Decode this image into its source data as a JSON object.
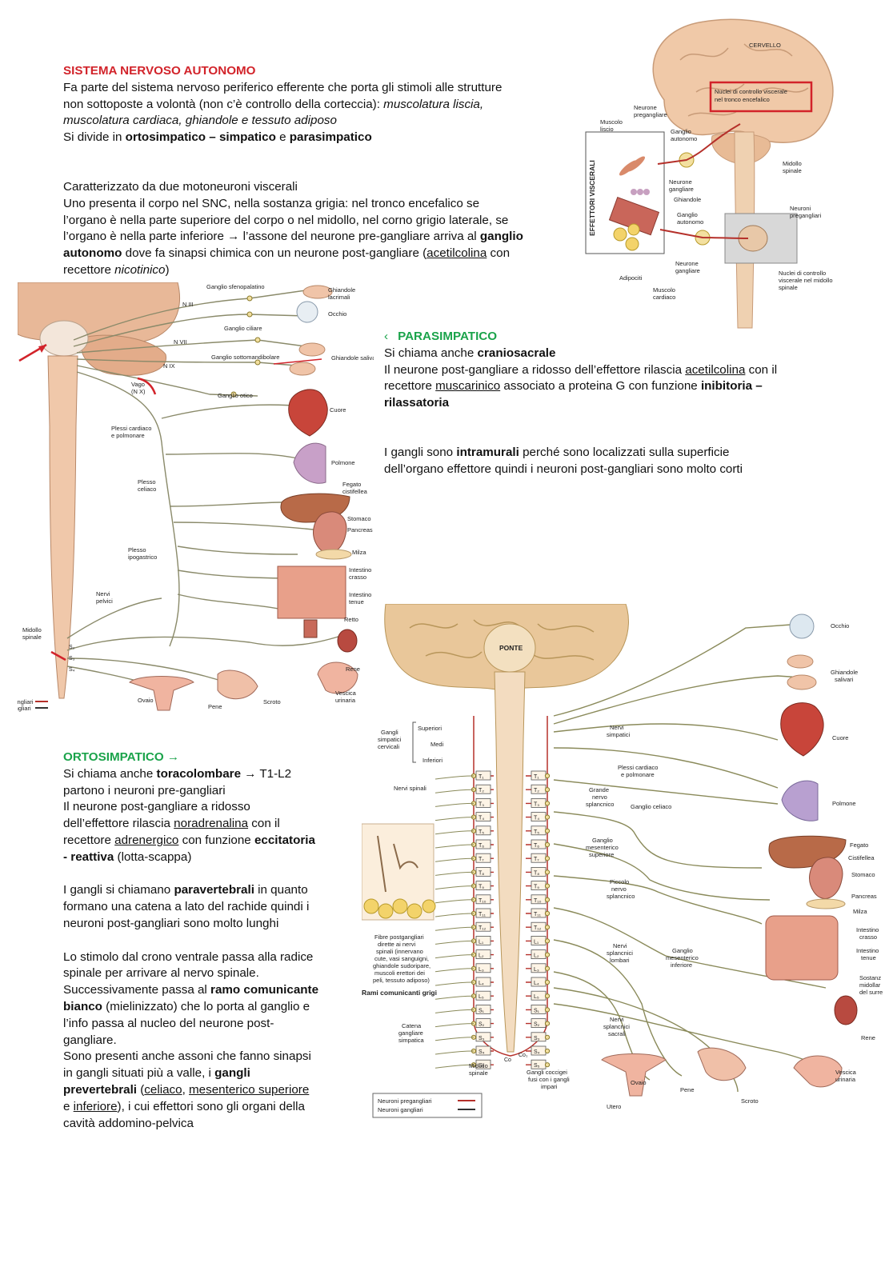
{
  "intro": {
    "title": "SISTEMA NERVOSO AUTONOMO",
    "line1": "Fa parte del sistema nervoso periferico efferente che porta gli stimoli alle strutture",
    "line2a": "non sottoposte a volontà (non c’è controllo della corteccia): ",
    "line2b": "muscolatura liscia,",
    "line3": "muscolatura cardiaca, ghiandole e tessuto adiposo",
    "line4a": "Si divide in ",
    "line4b": "ortosimpatico – simpatico",
    "line4c": " e ",
    "line4d": "parasimpatico"
  },
  "neurons": {
    "p1": "Caratterizzato da due motoneuroni viscerali",
    "p2": "Uno presenta il corpo nel SNC, nella sostanza grigia: nel tronco encefalico se",
    "p3": "l’organo è nella parte superiore del corpo o nel midollo, nel corno grigio laterale, se",
    "p4a": "l’organo è nella parte inferiore → l’assone del neurone pre-gangliare arriva al ",
    "p4b": "ganglio",
    "p5a": "autonomo",
    "p5b": " dove fa sinapsi chimica con un neurone post-gangliare (",
    "p5c": "acetilcolina",
    "p5d": " con",
    "p6a": "recettore ",
    "p6b": "nicotinico",
    "p6c": ")"
  },
  "parasimpatico": {
    "bullet": "‹",
    "title": "PARASIMPATICO",
    "l1a": "Si chiama anche ",
    "l1b": "craniosacrale",
    "l2a": "Il neurone post-gangliare a ridosso dell’effettore rilascia ",
    "l2b": "acetilcolina",
    "l2c": " con il",
    "l3a": "recettore ",
    "l3b": "muscarinico",
    "l3c": " associato a proteina G con funzione ",
    "l3d": "inibitoria –",
    "l4": "rilassatoria",
    "l5a": "I gangli sono ",
    "l5b": "intramurali",
    "l5c": " perché sono localizzati sulla superficie",
    "l6": "dell’organo effettore quindi i neuroni post-gangliari sono molto corti"
  },
  "ortosimpatico": {
    "title": "ORTOSIMPATICO →",
    "l1a": "Si chiama anche ",
    "l1b": "toracolombare",
    "l1c": " → T1-L2",
    "l2": "partono i neuroni pre-gangliari",
    "l3": "Il neurone post-gangliare a ridosso",
    "l4a": "dell’effettore rilascia ",
    "l4b": "noradrenalina",
    "l4c": " con il",
    "l5a": "recettore ",
    "l5b": "adrenergico",
    "l5c": " con funzione ",
    "l5d": "eccitatoria",
    "l6a": "- reattiva",
    "l6b": " (lotta-scappa)",
    "l7a": "I gangli si chiamano ",
    "l7b": "paravertebrali",
    "l7c": " in quanto",
    "l8": "formano una catena a lato del rachide quindi i",
    "l9": "neuroni post-gangliari sono molto lunghi",
    "l10": "Lo stimolo dal crono ventrale passa alla radice",
    "l11": "spinale per arrivare al nervo spinale.",
    "l12a": "Successivamente passa al ",
    "l12b": "ramo comunicante",
    "l13a": "bianco",
    "l13b": " (mielinizzato) che lo porta al ganglio e",
    "l14": "l’info passa al nucleo del neurone post-",
    "l15": "gangliare.",
    "l16": "Sono presenti anche assoni che fanno sinapsi",
    "l17a": "in gangli situati più a valle, i ",
    "l17b": "gangli",
    "l18a": "prevertebrali",
    "l18b": " (",
    "l18c": "celiaco",
    "l18d": ", ",
    "l18e": "mesenterico superiore",
    "l19a": "e ",
    "l19b": "inferiore",
    "l19c": "), i cui effettori sono gli organi della",
    "l20": "cavità addomino-pelvica"
  },
  "fig_brain": {
    "cervello": "CERVELLO",
    "nuclei1": "Nuclei di controllo viscerale",
    "nuclei2": "nel tronco encefalico",
    "effettori": "EFFETTORI VISCERALI",
    "neurone_pre1": "Neurone",
    "neurone_pre2": "pregangliare",
    "muscolo1": "Muscolo",
    "muscolo2": "liscio",
    "ganglio1": "Ganglio",
    "ganglio2": "autonomo",
    "neurone_g1": "Neurone",
    "neurone_g2": "gangliare",
    "ghiandole": "Ghiandole",
    "ganglio3": "Ganglio",
    "ganglio4": "autonomo",
    "neurone_g3": "Neurone",
    "neurone_g4": "gangliare",
    "adipociti": "Adipociti",
    "muscolo3": "Muscolo",
    "muscolo4": "cardiaco",
    "midollo1": "Midollo",
    "midollo2": "spinale",
    "neuroni_pre1": "Neuroni",
    "neuroni_pre2": "pregangliari",
    "nuclei_m1": "Nuclei di controllo",
    "nuclei_m2": "viscerale nel midollo",
    "nuclei_m3": "spinale"
  },
  "fig_para": {
    "g_sfeno": "Ganglio sfenopalatino",
    "n3": "N III",
    "n7": "N VII",
    "n9": "N IX",
    "g_ciliare": "Ganglio ciliare",
    "g_sotto": "Ganglio sottomandibolare",
    "g_otico": "Ganglio otico",
    "vago1": "Vago",
    "vago2": "(N X)",
    "ghiandole_l1": "Ghiandole",
    "ghiandole_l2": "lacrimali",
    "occhio": "Occhio",
    "ghiandole_s": "Ghiandole salivari",
    "cuore": "Cuore",
    "plessi1": "Plessi cardiaco",
    "plessi2": "e polmonare",
    "polmone": "Polmone",
    "plesso_c1": "Plesso",
    "plesso_c2": "celiaco",
    "fegato1": "Fegato",
    "fegato2": "cistifellea",
    "stomaco": "Stomaco",
    "pancreas": "Pancreas",
    "plesso_i1": "Plesso",
    "plesso_i2": "ipogastrico",
    "milza": "Milza",
    "int_crasso1": "Intestino",
    "int_crasso2": "crasso",
    "nervi_p1": "Nervi",
    "nervi_p2": "pelvici",
    "int_tenue1": "Intestino",
    "int_tenue2": "tenue",
    "retto": "Retto",
    "midollo1": "Midollo",
    "midollo2": "spinale",
    "rene": "Rene",
    "ovaio": "Ovaio",
    "pene": "Pene",
    "scroto": "Scroto",
    "vescica1": "Vescica",
    "vescica2": "urinaria",
    "legend1": "Neuroni pregangliari",
    "legend2": "Neuroni gangliari"
  },
  "fig_orto": {
    "ponte": "PONTE",
    "occhio": "Occhio",
    "ghiandole1": "Ghiandole",
    "ghiandole2": "salivari",
    "gangli1": "Gangli",
    "gangli2": "simpatici",
    "gangli3": "cervicali",
    "superiori": "Superiori",
    "medi": "Medi",
    "inferiori": "Inferiori",
    "nervi_s1": "Nervi",
    "nervi_s2": "simpatici",
    "cuore": "Cuore",
    "plessi1": "Plessi cardiaco",
    "plessi2": "e polmonare",
    "nervi_spinali": "Nervi spinali",
    "grande1": "Grande",
    "grande2": "nervo",
    "grande3": "splancnico",
    "celiaco": "Ganglio celiaco",
    "polmone": "Polmone",
    "mes_sup1": "Ganglio",
    "mes_sup2": "mesenterico",
    "mes_sup3": "superiore",
    "fegato": "Fegato",
    "cistifellea": "Cistifellea",
    "stomaco": "Stomaco",
    "piccolo1": "Piccolo",
    "piccolo2": "nervo",
    "piccolo3": "splancnico",
    "pancreas": "Pancreas",
    "milza": "Milza",
    "fibre1": "Fibre postgangliari",
    "fibre2": "dirette ai nervi",
    "fibre3": "spinali (innervano",
    "fibre4": "cute, vasi sanguigni,",
    "fibre5": "ghiandole sudoripare,",
    "fibre6": "muscoli erettori dei",
    "fibre7": "peli, tessuto adiposo)",
    "nervi_l1": "Nervi",
    "nervi_l2": "splancnici",
    "nervi_l3": "lombari",
    "mes_inf1": "Ganglio",
    "mes_inf2": "mesenterico",
    "mes_inf3": "inferiore",
    "int_crasso1": "Intestino",
    "int_crasso2": "crasso",
    "int_tenue1": "Intestino",
    "int_tenue2": "tenue",
    "rami": "Rami comunicanti grigi",
    "sostanza1": "Sostanz",
    "sostanza2": "midollar",
    "sostanza3": "del surre",
    "catena1": "Catena",
    "catena2": "gangliare",
    "catena3": "simpatica",
    "nervi_sa1": "Nervi",
    "nervi_sa2": "splancnici",
    "nervi_sa3": "sacrali",
    "rene": "Rene",
    "midollo1": "Midollo",
    "midollo2": "spinale",
    "coccigei1": "Gangli coccigei",
    "coccigei2": "fusi con i gangli",
    "coccigei3": "impari",
    "ovaio": "Ovaio",
    "pene": "Pene",
    "scroto": "Scroto",
    "vescica1": "Vescica",
    "vescica2": "urinaria",
    "utero": "Utero",
    "legend1": "Neuroni pregangliari",
    "legend2": "Neuroni gangliari",
    "co": "Co",
    "co1": "Co₁",
    "segments": [
      "T₁",
      "T₂",
      "T₃",
      "T₄",
      "T₅",
      "T₆",
      "T₇",
      "T₈",
      "T₉",
      "T₁₀",
      "T₁₁",
      "T₁₂",
      "L₁",
      "L₂",
      "L₃",
      "L₄",
      "L₅",
      "S₁",
      "S₂",
      "S₃",
      "S₄",
      "S₅"
    ]
  },
  "colors": {
    "title_red": "#d2232a",
    "title_green": "#1aa34a",
    "nerve_pre": "#b5302a",
    "nerve_post": "#8a8a4a",
    "tissue": "#f1d6b8"
  }
}
